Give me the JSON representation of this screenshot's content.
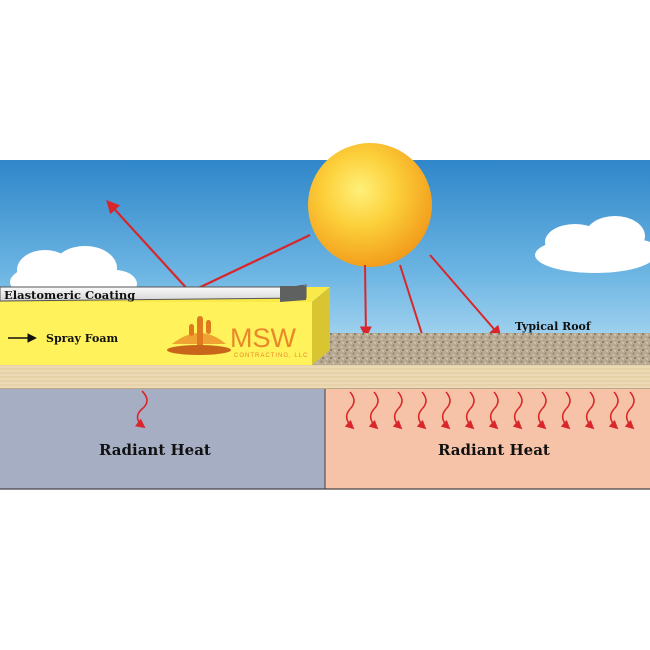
{
  "labels": {
    "elastomeric_coating": "Elastomeric Coating",
    "spray_foam": "Spray Foam",
    "typical_roof": "Typical Roof",
    "radiant_heat_left": "Radiant Heat",
    "radiant_heat_right": "Radiant Heat"
  },
  "logo": {
    "name": "MSW",
    "subtitle": "CONTRACTING, LLC",
    "color": "#e8882a"
  },
  "colors": {
    "sky_top": "#2f86c9",
    "sky_bottom": "#a9d6f1",
    "sun_outer": "#f5a31d",
    "sun_inner": "#fde15c",
    "arrow": "#d8262a",
    "foam": "#fff25a",
    "coating": "#eeeeee",
    "deck": "#ead7b0",
    "room_cool": "#a6aec4",
    "room_hot": "#f6c3a8",
    "gravel": "#b9aa94"
  },
  "icons": {
    "spray_arrow": "right-arrow-icon",
    "logo_mark": "cactus-sun-icon"
  }
}
